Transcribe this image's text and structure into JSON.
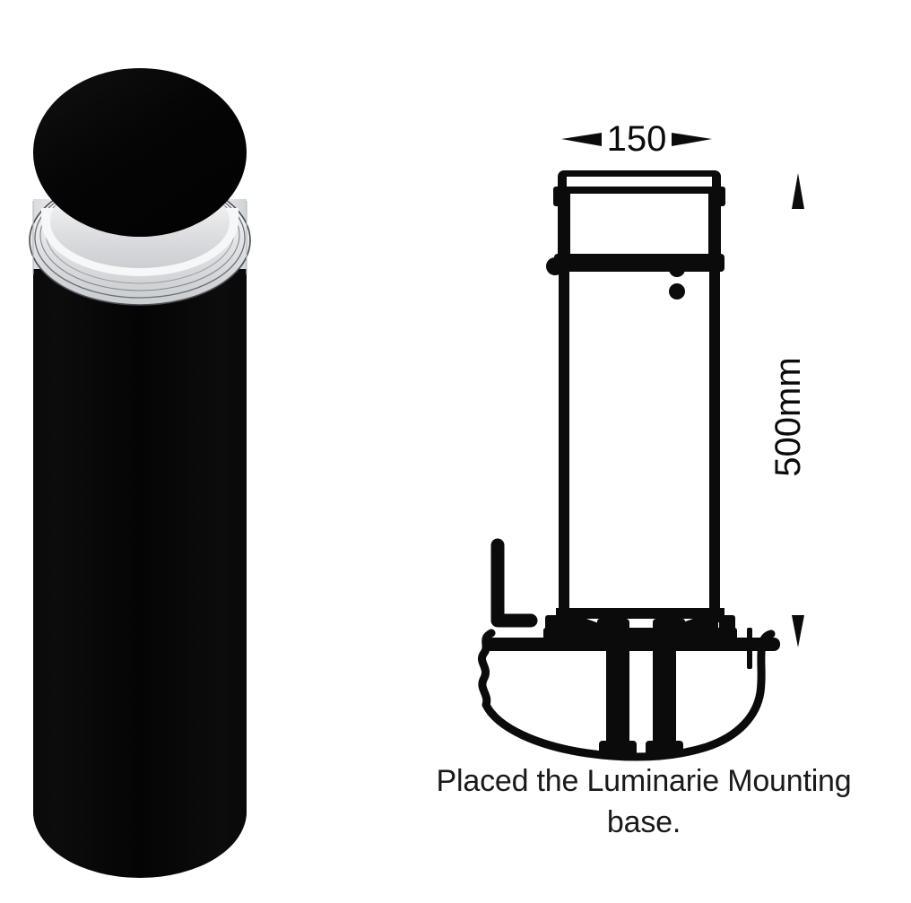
{
  "document": {
    "title": "Bollard Luminaire Mounting Installation Drawing",
    "background_color": "#ffffff",
    "line_color": "#0b0b0b"
  },
  "photo": {
    "name": "bollard-luminaire-photo",
    "alt": "Black cylindrical bollard luminaire with chrome reflector ring below the top cap",
    "body_color": "#050505",
    "cap_color": "#050505",
    "reflector_color": "#e9eaec",
    "reflector_highlight": "#fbfbfc",
    "ring_color": "#5e6066"
  },
  "drawing": {
    "name": "bollard-section-drawing",
    "width_dimension": {
      "label": "150",
      "unit_implied": "mm",
      "arrow_left": "arrow-left",
      "arrow_right": "arrow-right"
    },
    "height_dimension": {
      "label": "500mm",
      "orientation": "vertical",
      "arrow_top": "arrow-up",
      "arrow_bottom": "arrow-down"
    },
    "features": [
      {
        "name": "top-cap",
        "label": "Top cap with lens slot"
      },
      {
        "name": "cap-collar-band",
        "label": "Cap collar band"
      },
      {
        "name": "fixing-screw-upper",
        "label": "Fixing screw"
      },
      {
        "name": "fixing-screw-lower",
        "label": "Fixing screw"
      },
      {
        "name": "bollard-column-left",
        "label": "Column wall (left)"
      },
      {
        "name": "bollard-column-right",
        "label": "Column wall (right)"
      },
      {
        "name": "cable-conduit",
        "label": "L-shaped cable conduit"
      },
      {
        "name": "mounting-base-plate",
        "label": "Luminarie mounting base plate"
      },
      {
        "name": "anchor-bolt-left",
        "label": "Anchor bolt"
      },
      {
        "name": "anchor-bolt-right",
        "label": "Anchor bolt"
      },
      {
        "name": "ground-section",
        "label": "Ground / foundation section"
      }
    ]
  },
  "caption": {
    "line1": "Placed the Luminarie Mounting",
    "line2": "base."
  }
}
